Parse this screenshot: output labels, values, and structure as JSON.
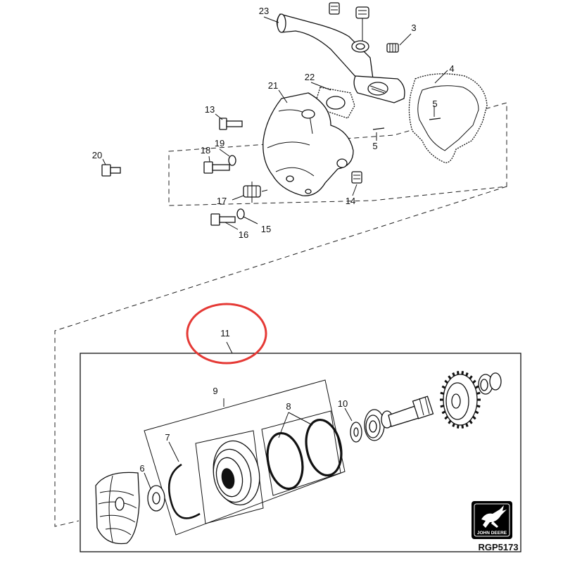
{
  "callouts": {
    "c23": "23",
    "c3": "3",
    "c4": "4",
    "c22": "22",
    "c21": "21",
    "c5a": "5",
    "c5b": "5",
    "c13": "13",
    "c20": "20",
    "c18": "18",
    "c19": "19",
    "c17": "17",
    "c14": "14",
    "c16": "16",
    "c15": "15",
    "c11": "11",
    "c9": "9",
    "c8": "8",
    "c10": "10",
    "c7": "7",
    "c6": "6"
  },
  "brand": {
    "logo_text": "JOHN DEERE",
    "logo_color": "#000000"
  },
  "reference_code": "RGP5173",
  "annotation": {
    "highlight_color": "#e53935",
    "highlighted_callout": "11"
  }
}
